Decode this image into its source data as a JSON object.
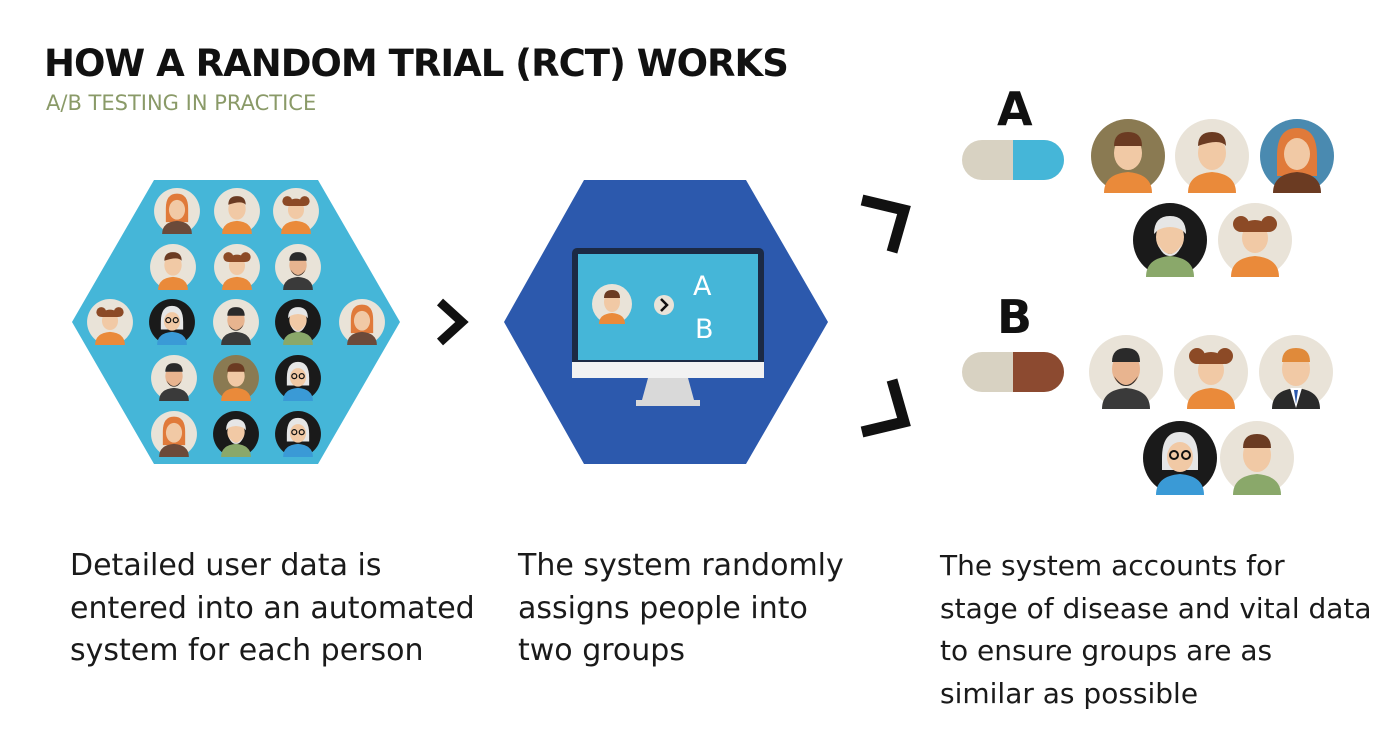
{
  "header": {
    "title": "HOW A RANDOM TRIAL (RCT) WORKS",
    "subtitle": "A/B TESTING IN PRACTICE"
  },
  "screen": {
    "letter_a": "A",
    "letter_b": "B"
  },
  "groups": [
    {
      "label": "A",
      "pill_color": "#45b6d8",
      "members": 5
    },
    {
      "label": "B",
      "pill_color": "#8c4a30",
      "members": 5
    }
  ],
  "captions": [
    [
      "Detailed user data is",
      "entered into an automated",
      "system for each person"
    ],
    [
      "The system randomly",
      "assigns people into",
      "two groups"
    ],
    [
      "The system accounts for",
      "stage of disease and vital data",
      "to ensure groups are as",
      "similar as possible"
    ]
  ],
  "colors": {
    "hex_left": "#45b6d8",
    "hex_center": "#2c59ad",
    "monitor_screen": "#45b6d8",
    "arrow": "#111111"
  }
}
